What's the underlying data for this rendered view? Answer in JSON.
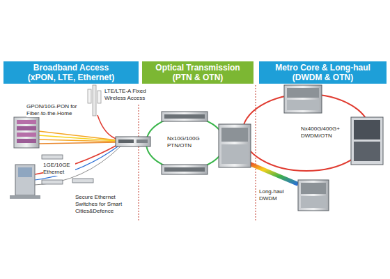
{
  "diagram": {
    "nodes": [
      {
        "text": [
          "Broadband Access",
          "(xPON, LTE, Ethernet)"
        ]
      },
      {
        "text": [
          "Optical Transmission",
          "(PTN & OTN)"
        ]
      },
      {
        "text": [
          "Metro Core & Long-haul",
          "(DWDM & OTN)"
        ]
      }
    ],
    "labels": [
      "LTE/LTE-A Fixed Wireless Access",
      "GPON/10G-PON for Fiber-to-the-Home",
      "1GE/10GE Ethernet",
      "Secure Ethernet Switches for Smart Cities&Defence",
      "Nx10G/100G PTN/OTN",
      "Nx400G/400G+ DWDM/OTN",
      "Long-haul DWDM"
    ]
  }
}
